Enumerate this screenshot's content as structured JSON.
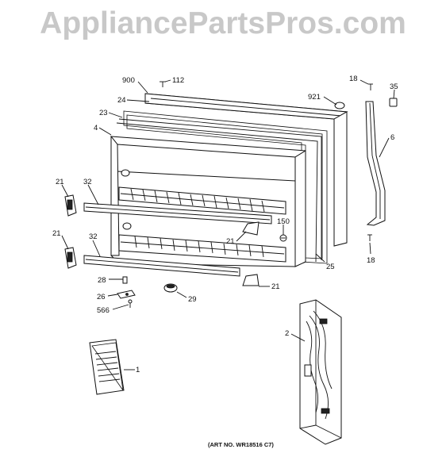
{
  "watermark": "AppliancePartsPros.com",
  "art_number": "(ART NO. WR18516 C7)",
  "callouts": {
    "c900": "900",
    "c112": "112",
    "c24": "24",
    "c921": "921",
    "c18a": "18",
    "c35": "35",
    "c23": "23",
    "c4": "4",
    "c6": "6",
    "c21a": "21",
    "c32a": "32",
    "c150": "150",
    "c21b": "21",
    "c21c": "21",
    "c32b": "32",
    "c25": "25",
    "c18b": "18",
    "c28": "28",
    "c21d": "21",
    "c26": "26",
    "c29": "29",
    "c566": "566",
    "c2": "2",
    "c1": "1"
  }
}
